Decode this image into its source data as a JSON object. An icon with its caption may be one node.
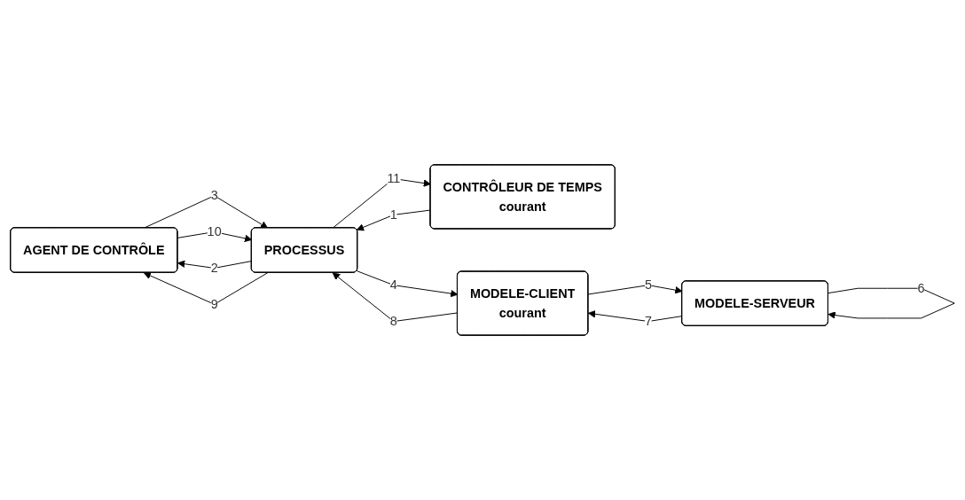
{
  "diagram": {
    "nodes": [
      {
        "text": [
          "AGENT DE CONTRÔLE"
        ]
      },
      {
        "text": [
          "PROCESSUS"
        ]
      },
      {
        "text": [
          "CONTRÔLEUR DE TEMPS",
          "courant"
        ]
      },
      {
        "text": [
          "MODELE-CLIENT",
          "courant"
        ]
      },
      {
        "text": [
          "MODELE-SERVEUR"
        ]
      }
    ],
    "edges": [
      {
        "from": 2,
        "to": 1,
        "arrow": "to",
        "label": "1"
      },
      {
        "from": 1,
        "to": 0,
        "arrow": "to",
        "label": "2"
      },
      {
        "from": 0,
        "to": 1,
        "arrow": "to",
        "label": "3"
      },
      {
        "from": 1,
        "to": 3,
        "arrow": "to",
        "label": "4"
      },
      {
        "from": 3,
        "to": 4,
        "arrow": "to",
        "label": "5"
      },
      {
        "from": 4,
        "to": 4,
        "arrow": "to",
        "label": "6"
      },
      {
        "from": 4,
        "to": 3,
        "arrow": "to",
        "label": "7"
      },
      {
        "from": 3,
        "to": 1,
        "arrow": "to",
        "label": "8"
      },
      {
        "from": 1,
        "to": 0,
        "arrow": "to",
        "label": "9"
      },
      {
        "from": 0,
        "to": 1,
        "arrow": "to",
        "label": "10"
      },
      {
        "from": 1,
        "to": 2,
        "arrow": "to",
        "label": "11"
      }
    ]
  }
}
